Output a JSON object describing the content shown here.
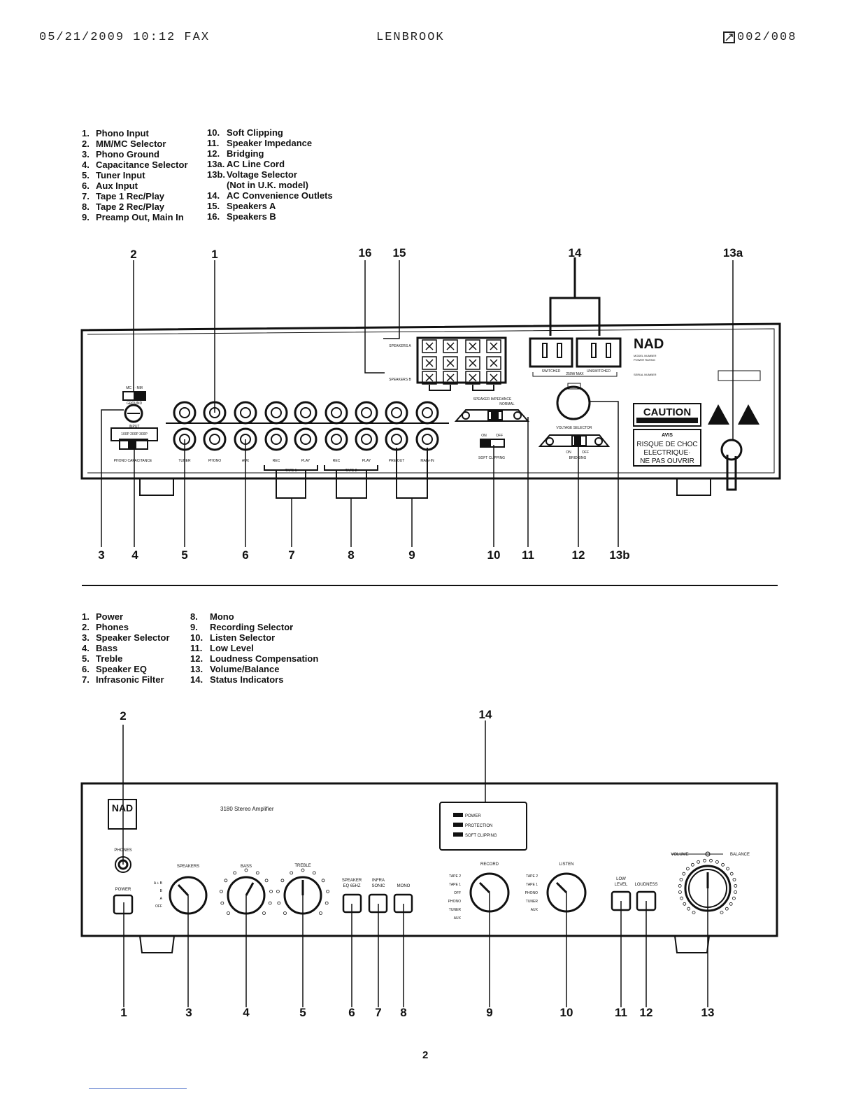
{
  "header": {
    "datetime": "05/21/2009 10:12 FAX",
    "sender": "LENBROOK",
    "page_icon": "fax-page-icon",
    "page": "002/008"
  },
  "rear_legend": {
    "col1": [
      {
        "n": "1.",
        "t": "Phono Input"
      },
      {
        "n": "2.",
        "t": "MM/MC Selector"
      },
      {
        "n": "3.",
        "t": "Phono Ground"
      },
      {
        "n": "4.",
        "t": "Capacitance Selector"
      },
      {
        "n": "5.",
        "t": "Tuner Input"
      },
      {
        "n": "6.",
        "t": "Aux Input"
      },
      {
        "n": "7.",
        "t": "Tape 1 Rec/Play"
      },
      {
        "n": "8.",
        "t": "Tape 2 Rec/Play"
      },
      {
        "n": "9.",
        "t": "Preamp Out, Main In"
      }
    ],
    "col2": [
      {
        "n": "10.",
        "t": "Soft Clipping"
      },
      {
        "n": "11.",
        "t": "Speaker Impedance"
      },
      {
        "n": "12.",
        "t": "Bridging"
      },
      {
        "n": "13a.",
        "t": "AC Line Cord"
      },
      {
        "n": "13b.",
        "t": "Voltage Selector"
      },
      {
        "n": "",
        "t": "(Not in U.K. model)"
      },
      {
        "n": "14.",
        "t": "AC Convenience Outlets"
      },
      {
        "n": "15.",
        "t": "Speakers A"
      },
      {
        "n": "16.",
        "t": "Speakers B"
      }
    ]
  },
  "rear_callouts_top": [
    "2",
    "1",
    "16",
    "15",
    "14",
    "13a"
  ],
  "rear_callouts_bottom": [
    "3",
    "4",
    "5",
    "6",
    "7",
    "8",
    "9",
    "10",
    "11",
    "12",
    "13b"
  ],
  "rear_panel": {
    "mm_mc": "MC · · MM",
    "ground": "GROUND",
    "input_cap": "INPUT",
    "cap_values": "100P 200P 300P",
    "phono_capacitance": "PHONO CAPACITANCE",
    "tuner": "TUNER",
    "phono": "PHONO",
    "aux": "AUX",
    "rec": "REC",
    "play": "PLAY",
    "tape1": "TAPE 1",
    "tape2": "TAPE 2",
    "preout": "PRE-OUT",
    "mainin": "MAIN-IN",
    "speakers_a": "SPEAKERS A",
    "speakers_b": "SPEAKERS B",
    "speaker_impedance": "SPEAKER IMPEDANCE",
    "normal": "NORMAL",
    "soft_on": "ON",
    "soft_off": "OFF",
    "soft_clipping": "SOFT CLIPPING",
    "switched": "SWITCHED",
    "unswitched": "UNSWITCHED",
    "outlet_rating": "250W MAX",
    "voltage_selector": "VOLTAGE SELECTOR",
    "bridging_on": "ON",
    "bridging_off": "OFF",
    "bridging": "BRIDGING",
    "brand": "NAD",
    "caution": "CAUTION",
    "avis": "AVIS",
    "avis_1": "RISQUE DE CHOC",
    "avis_2": "ELECTRIQUE·",
    "avis_3": "NE PAS OUVRIR",
    "model_number": "MODEL NUMBER",
    "power_rating": "POWER RATING",
    "serial_number": "SERIAL NUMBER"
  },
  "front_legend": {
    "col1": [
      {
        "n": "1.",
        "t": "Power"
      },
      {
        "n": "2.",
        "t": "Phones"
      },
      {
        "n": "3.",
        "t": "Speaker Selector"
      },
      {
        "n": "4.",
        "t": "Bass"
      },
      {
        "n": "5.",
        "t": "Treble"
      },
      {
        "n": "6.",
        "t": "Speaker EQ"
      },
      {
        "n": "7.",
        "t": "Infrasonic Filter"
      }
    ],
    "col2": [
      {
        "n": "8.",
        "t": "Mono"
      },
      {
        "n": "9.",
        "t": "Recording Selector"
      },
      {
        "n": "10.",
        "t": "Listen Selector"
      },
      {
        "n": "11.",
        "t": "Low Level"
      },
      {
        "n": "12.",
        "t": "Loudness Compensation"
      },
      {
        "n": "13.",
        "t": "Volume/Balance"
      },
      {
        "n": "14.",
        "t": "Status Indicators"
      }
    ]
  },
  "front_callouts_top": [
    "2",
    "14"
  ],
  "front_callouts_bottom": [
    "1",
    "3",
    "4",
    "5",
    "6",
    "7",
    "8",
    "9",
    "10",
    "11",
    "12",
    "13"
  ],
  "front_panel": {
    "brand": "NAD",
    "model": "3180 Stereo Amplifier",
    "phones": "PHONES",
    "power": "POWER",
    "speakers": "SPEAKERS",
    "spk_opts": [
      "A + B",
      "B",
      "A",
      "OFF"
    ],
    "bass": "BASS",
    "treble": "TREBLE",
    "speaker_eq_1": "SPEAKER",
    "speaker_eq_2": "EQ 65HZ",
    "infra_1": "INFRA",
    "infra_2": "SONIC",
    "mono": "MONO",
    "status": [
      "POWER",
      "PROTECTION",
      "SOFT CLIPPING"
    ],
    "record": "RECORD",
    "record_opts": [
      "TAPE 2",
      "TAPE 1",
      "OFF",
      "PHONO",
      "TUNER",
      "AUX"
    ],
    "listen": "LISTEN",
    "listen_opts": [
      "TAPE 2",
      "TAPE 1",
      "PHONO",
      "TUNER",
      "AUX"
    ],
    "low_level_1": "LOW",
    "low_level_2": "LEVEL",
    "loudness": "LOUDNESS",
    "volume": "VOLUME",
    "balance": "BALANCE"
  },
  "page_number": "2"
}
